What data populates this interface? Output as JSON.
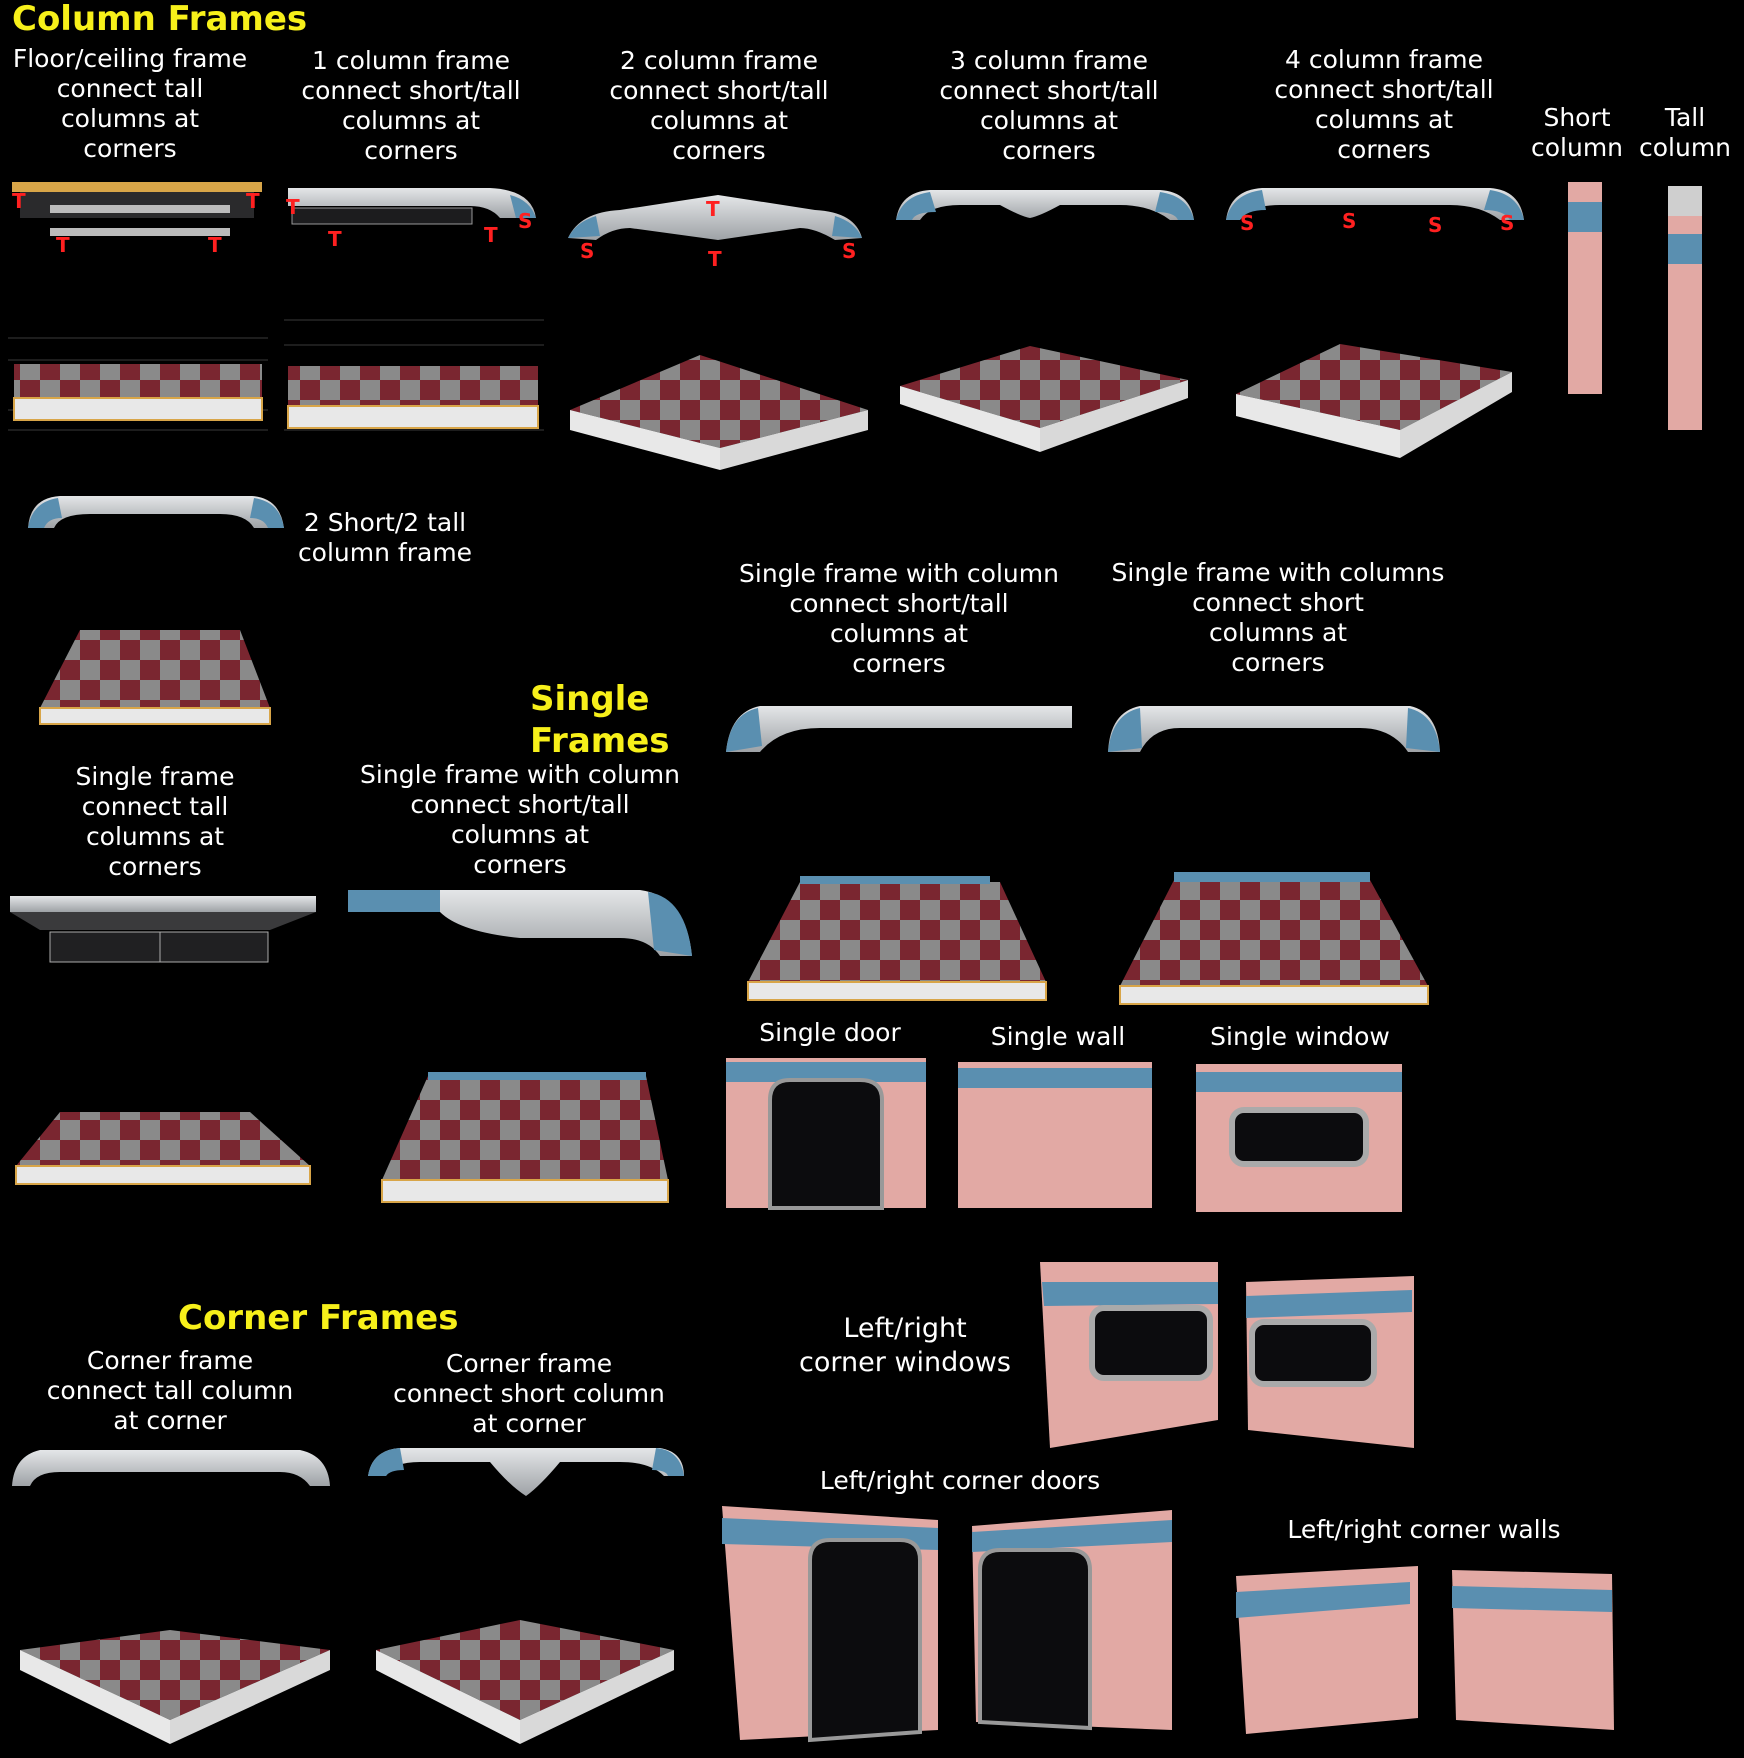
{
  "headings": {
    "column_frames": "Column Frames",
    "single_frames": "Single\nFrames",
    "corner_frames": "Corner Frames"
  },
  "labels": {
    "floor_ceiling": "Floor/ceiling frame\nconnect tall\ncolumns at\ncorners",
    "one_col": "1 column frame\nconnect short/tall\ncolumns at\ncorners",
    "two_col": "2 column frame\nconnect short/tall\ncolumns at\ncorners",
    "three_col": "3 column frame\nconnect short/tall\ncolumns at\ncorners",
    "four_col": "4 column frame\nconnect short/tall\ncolumns at\ncorners",
    "short_column": "Short\ncolumn",
    "tall_column": "Tall\ncolumn",
    "two_short_two_tall": "2 Short/2 tall\ncolumn frame",
    "single_frame_col_mid": "Single frame with column\nconnect short/tall\ncolumns at\ncorners",
    "single_frame_cols_short": "Single frame with columns\nconnect short\ncolumns at\ncorners",
    "single_frame_tall": "Single frame\nconnect tall\ncolumns at\ncorners",
    "single_frame_col_left": "Single frame with column\nconnect short/tall\ncolumns at\ncorners",
    "single_door": "Single door",
    "single_wall": "Single wall",
    "single_window": "Single window",
    "corner_tall": "Corner frame\nconnect tall column\nat corner",
    "corner_short": "Corner frame\nconnect short column\nat corner",
    "lr_corner_windows": "Left/right\ncorner windows",
    "lr_corner_doors": "Left/right corner doors",
    "lr_corner_walls": "Left/right corner walls"
  },
  "markers": {
    "tall": "T",
    "short": "S"
  },
  "colors": {
    "heading": "#f7f01a",
    "marker": "#ff2020",
    "wall_pink": "#e2a9a4",
    "trim_blue": "#5a8fb0",
    "frame_grey": "#c9cbcd",
    "tile_red": "#7a2630",
    "tile_grey": "#8a8a8a",
    "grid_line": "#3a3a3a"
  }
}
